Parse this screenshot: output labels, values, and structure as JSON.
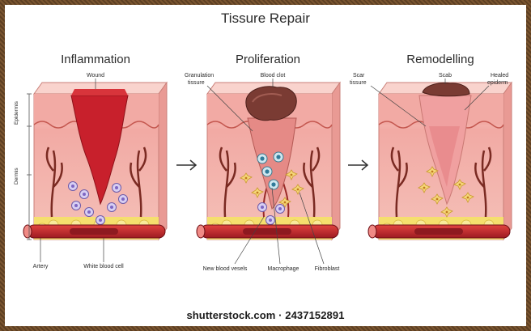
{
  "title": "Tissure Repair",
  "panels": [
    {
      "heading": "Inflammation",
      "labels": {
        "top": "Wound",
        "epidermis": "Epidermis",
        "dermis": "Dermis",
        "artery": "Artery",
        "wbc": "White blood cell"
      }
    },
    {
      "heading": "Proliferation",
      "labels": {
        "top": "Blood clot",
        "granulation_1": "Granulation",
        "granulation_2": "tissure",
        "vessels": "New blood vesels",
        "macrophage": "Macrophage",
        "fibroblast": "Fibroblast"
      }
    },
    {
      "heading": "Remodelling",
      "labels": {
        "top": "Scab",
        "scar_1": "Scar",
        "scar_2": "tissure",
        "healed_1": "Healed",
        "healed_2": "epiderm"
      }
    }
  ],
  "watermark": "shutterstock.com · 2437152891",
  "colors": {
    "epidermis": "#f4b9b2",
    "epidermis_top": "#f9d3cd",
    "dermis": "#f1a9a4",
    "wound": "#c8202c",
    "clot": "#7a3b33",
    "fat": "#f5df6e",
    "vessel": "#c6282c",
    "cell": "#cfc4ee",
    "fibroblast": "#f6d77a"
  }
}
